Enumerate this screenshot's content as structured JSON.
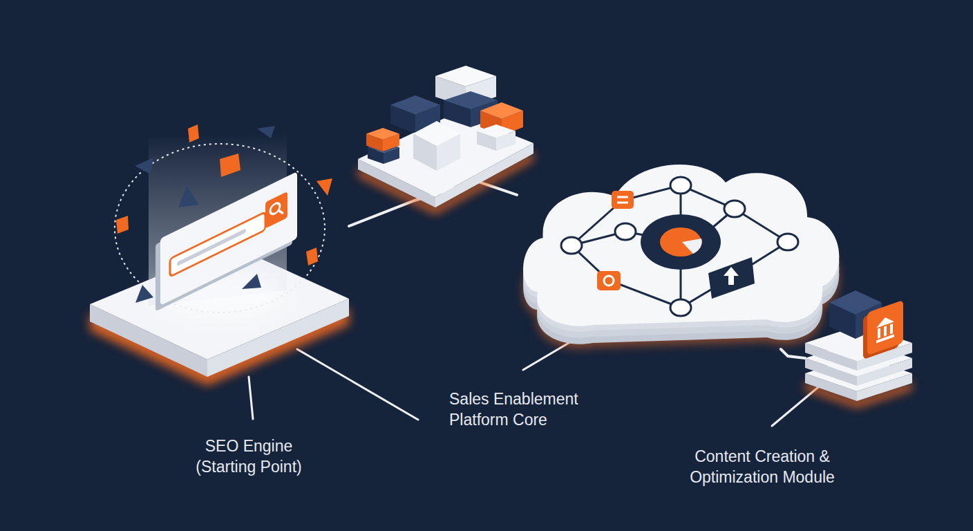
{
  "diagram": {
    "nodes": [
      {
        "text": [
          "SEO Engine (Starting Point)"
        ]
      },
      {
        "text": [
          "Sales Enablement Platform Core"
        ]
      },
      {
        "text": [
          "Content Creation & Optimization Module"
        ]
      }
    ],
    "edges": [
      {
        "from": 0,
        "to": 1,
        "arrow": "none"
      },
      {
        "from": 1,
        "to": 2,
        "arrow": "none"
      }
    ]
  }
}
